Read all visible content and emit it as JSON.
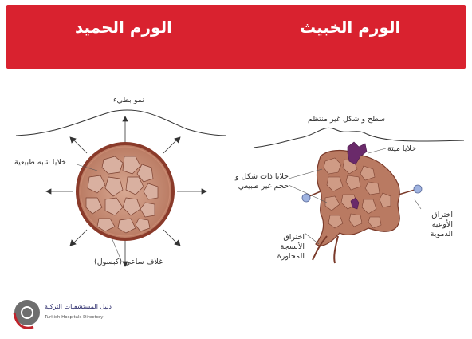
{
  "header": {
    "malignant_title": "الورم الخبيث",
    "benign_title": "الورم الحميد"
  },
  "benign": {
    "growth_label": "نمو بطيء",
    "normal_cells_label": "خلايا شبه طبيعية",
    "capsule_label": "غلاف ساعي (كبسول)"
  },
  "malignant": {
    "surface_label": "سطح و شكل غير منتظم",
    "dead_cells_label": "خلايا ميتة",
    "abnormal_cells_label": "خلايا ذات شكل و حجم غير طبيعي",
    "vessel_label": "اختراق الأوعية الدموية",
    "tissue_label": "اختراق الأنسجة المجاورة"
  },
  "footer": {
    "logo_text": "دليل المستشفيات التركية",
    "logo_subtext": "Turkish Hospitals Directory"
  },
  "colors": {
    "banner": "#d9222f",
    "tumor_fill": "#b97a62",
    "capsule": "#8a3a2a",
    "dead_cell": "#6a2a6a",
    "vessel": "#9fb3e0"
  }
}
